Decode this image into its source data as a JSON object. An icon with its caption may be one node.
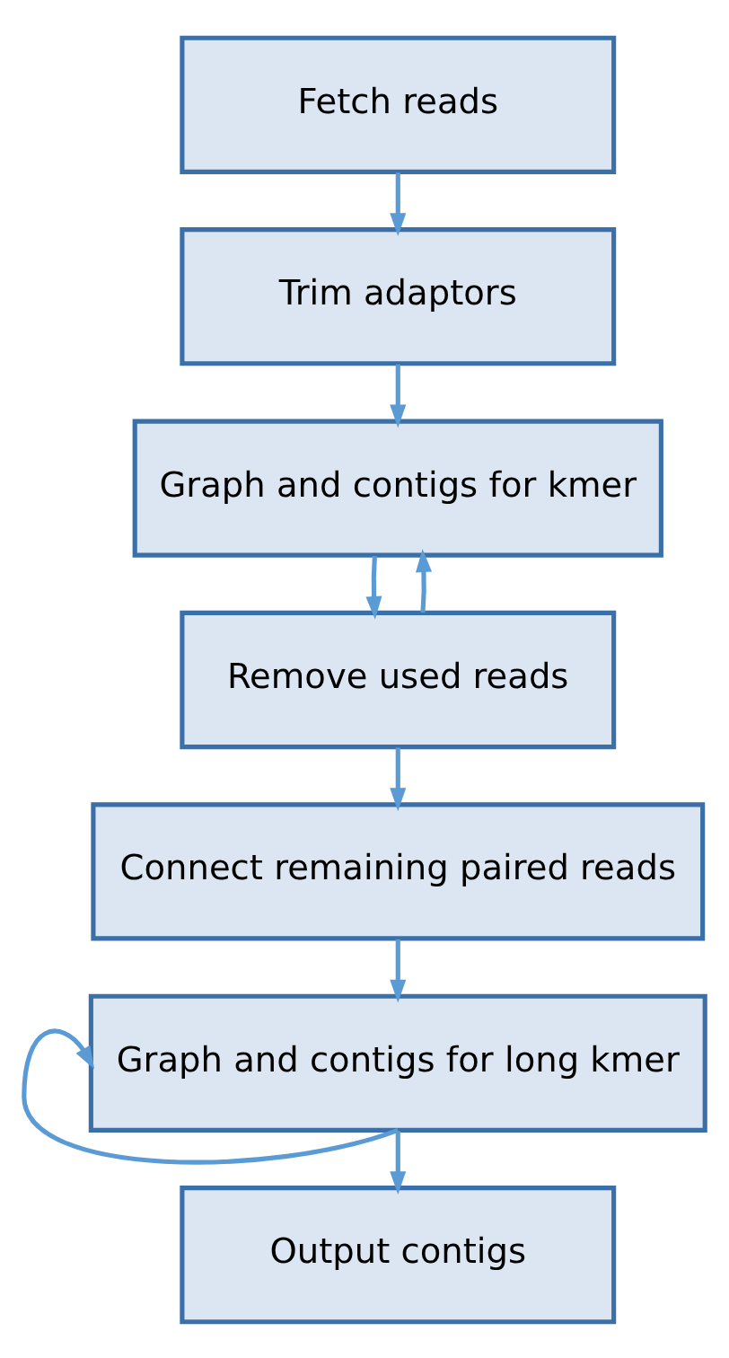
{
  "diagram": {
    "nodes": [
      {
        "text": [
          "Fetch reads"
        ]
      },
      {
        "text": [
          "Trim adaptors"
        ]
      },
      {
        "text": [
          "Graph and contigs for kmer"
        ]
      },
      {
        "text": [
          "Remove used reads"
        ]
      },
      {
        "text": [
          "Connect remaining paired reads"
        ]
      },
      {
        "text": [
          "Graph and contigs for long kmer"
        ]
      },
      {
        "text": [
          "Output contigs"
        ]
      }
    ],
    "edges": [
      {
        "from": 0,
        "to": 1,
        "arrow": "to"
      },
      {
        "from": 1,
        "to": 2,
        "arrow": "to"
      },
      {
        "from": 2,
        "to": 3,
        "arrow": "to"
      },
      {
        "from": 3,
        "to": 4,
        "arrow": "to"
      },
      {
        "from": 3,
        "to": 2,
        "arrow": "to"
      },
      {
        "from": 4,
        "to": 5,
        "arrow": "to"
      },
      {
        "from": 5,
        "to": 6,
        "arrow": "to"
      },
      {
        "from": 5,
        "to": 5,
        "arrow": "to"
      }
    ]
  }
}
